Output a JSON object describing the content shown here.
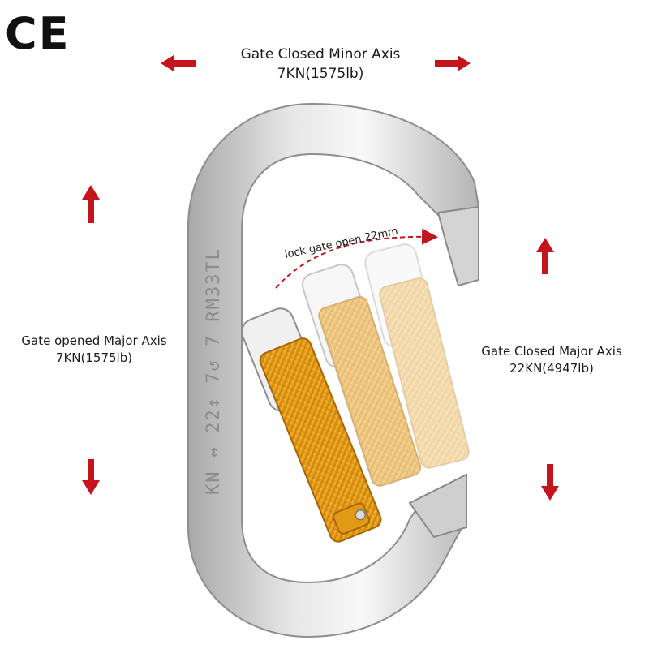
{
  "certification": {
    "mark": "CE"
  },
  "labels": {
    "gate_closed_minor": {
      "line1": "Gate Closed Minor Axis",
      "line2": "7KN(1575lb)"
    },
    "gate_opened_major": {
      "line1": "Gate opened Major Axis",
      "line2": "7KN(1575lb)"
    },
    "gate_closed_major": {
      "line1": "Gate Closed Major Axis",
      "line2": "22KN(4947lb)"
    },
    "gate_opening": "lock gate open 22mm"
  },
  "engraving": "KN ↔ 22↕ 7↺ 7 RM33TL",
  "colors": {
    "arrow": "#c4141c",
    "body": "#c9c9c9",
    "gate": "#f2a81d",
    "text": "#1a1a1a"
  },
  "icons": [
    "ce-mark",
    "force-arrow-left",
    "force-arrow-right",
    "force-arrow-up",
    "force-arrow-down",
    "dashed-arc-arrow"
  ]
}
